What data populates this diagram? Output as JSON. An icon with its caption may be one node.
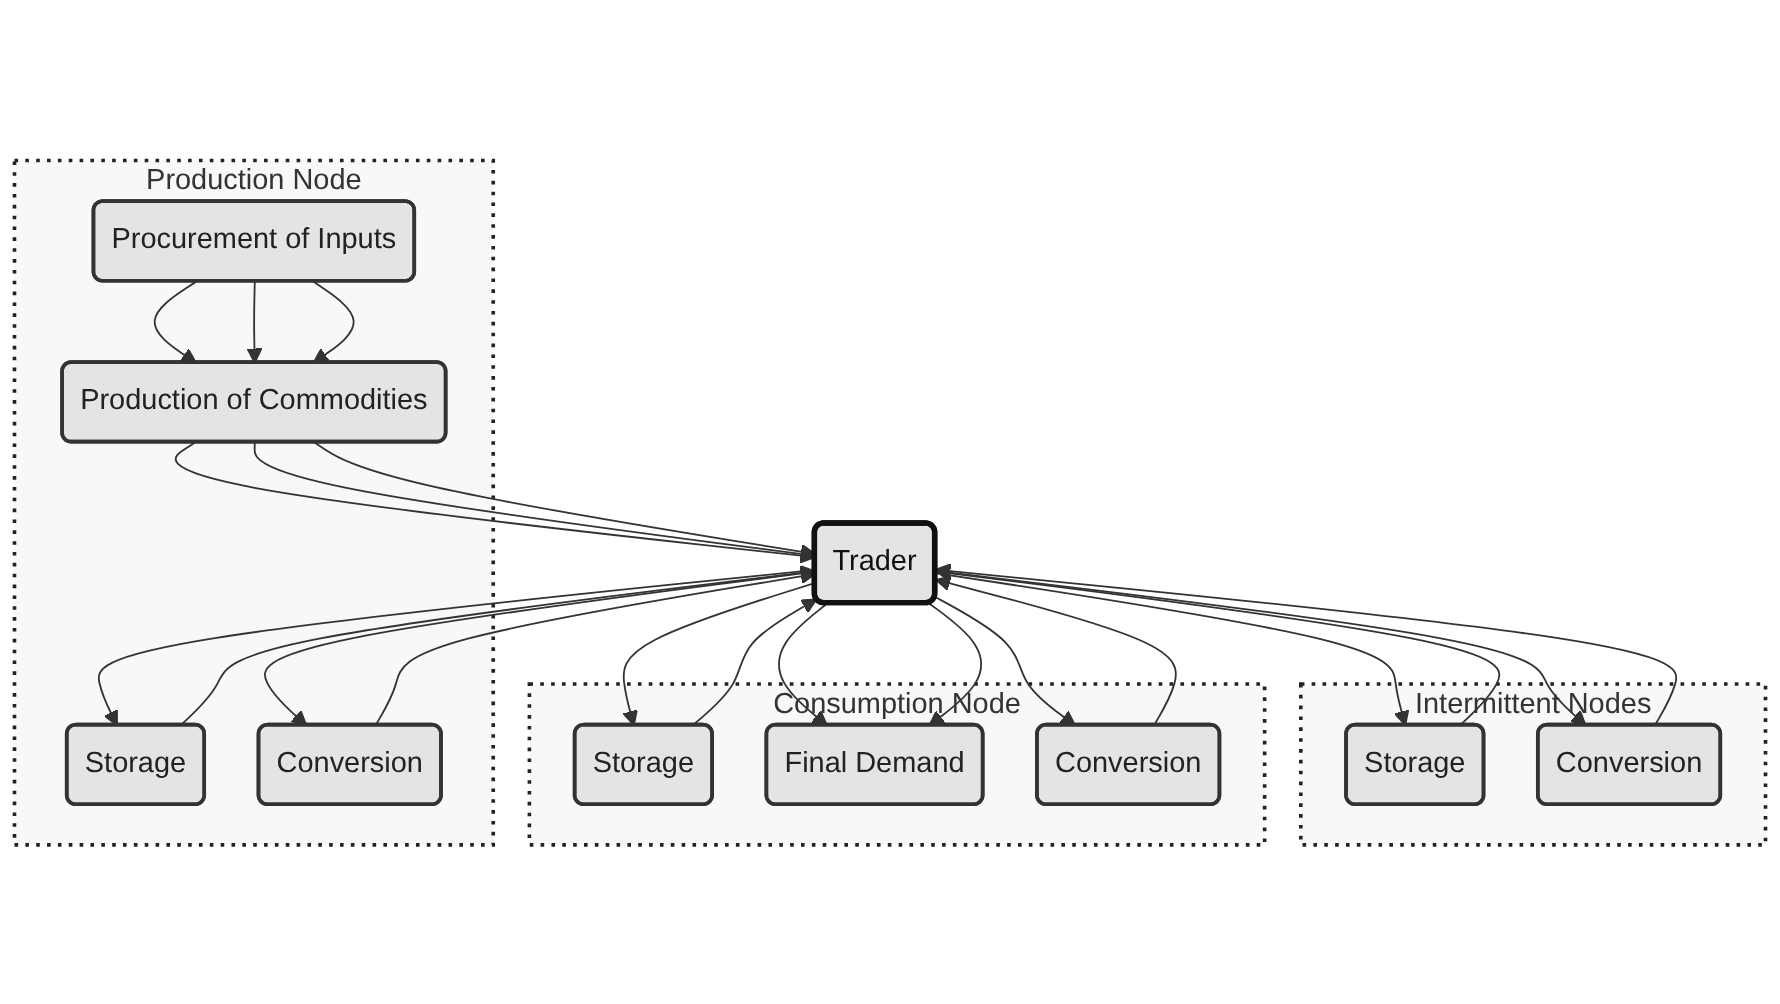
{
  "diagram": {
    "nodes": [
      {
        "text": [
          "Production Node"
        ]
      },
      {
        "text": [
          "Procurement of Inputs"
        ],
        "in": 0
      },
      {
        "text": [
          "Storage"
        ],
        "in": 0
      },
      {
        "text": [
          "Production of Commodities"
        ],
        "in": 0
      },
      {
        "text": [
          "Conversion"
        ],
        "in": 0
      },
      {
        "text": [
          "Trader"
        ]
      },
      {
        "text": [
          "Intermittent Nodes"
        ]
      },
      {
        "text": [
          "Storage"
        ],
        "in": 6
      },
      {
        "text": [
          "Conversion"
        ],
        "in": 6
      },
      {
        "text": [
          "Consumption Node"
        ]
      },
      {
        "text": [
          "Storage"
        ],
        "in": 9
      },
      {
        "text": [
          "Final Demand"
        ],
        "in": 9
      },
      {
        "text": [
          "Conversion"
        ],
        "in": 9
      }
    ],
    "edges": [
      {
        "from": 1,
        "to": 3,
        "arrow": "to"
      },
      {
        "from": 1,
        "to": 3,
        "arrow": "to"
      },
      {
        "from": 1,
        "to": 3,
        "arrow": "to"
      },
      {
        "from": 3,
        "to": 5,
        "arrow": "to"
      },
      {
        "from": 3,
        "to": 5,
        "arrow": "to"
      },
      {
        "from": 3,
        "to": 5,
        "arrow": "to"
      },
      {
        "from": 2,
        "to": 5,
        "arrow": "to"
      },
      {
        "from": 5,
        "to": 2,
        "arrow": "to"
      },
      {
        "from": 4,
        "to": 5,
        "arrow": "to"
      },
      {
        "from": 5,
        "to": 4,
        "arrow": "to"
      },
      {
        "from": 5,
        "to": 7,
        "arrow": "to"
      },
      {
        "from": 7,
        "to": 5,
        "arrow": "to"
      },
      {
        "from": 5,
        "to": 8,
        "arrow": "to"
      },
      {
        "from": 8,
        "to": 5,
        "arrow": "to"
      },
      {
        "from": 5,
        "to": 10,
        "arrow": "to"
      },
      {
        "from": 10,
        "to": 5,
        "arrow": "to"
      },
      {
        "from": 5,
        "to": 11,
        "arrow": "to"
      },
      {
        "from": 5,
        "to": 11,
        "arrow": "to"
      },
      {
        "from": 5,
        "to": 12,
        "arrow": "to"
      },
      {
        "from": 12,
        "to": 5,
        "arrow": "to"
      }
    ]
  }
}
